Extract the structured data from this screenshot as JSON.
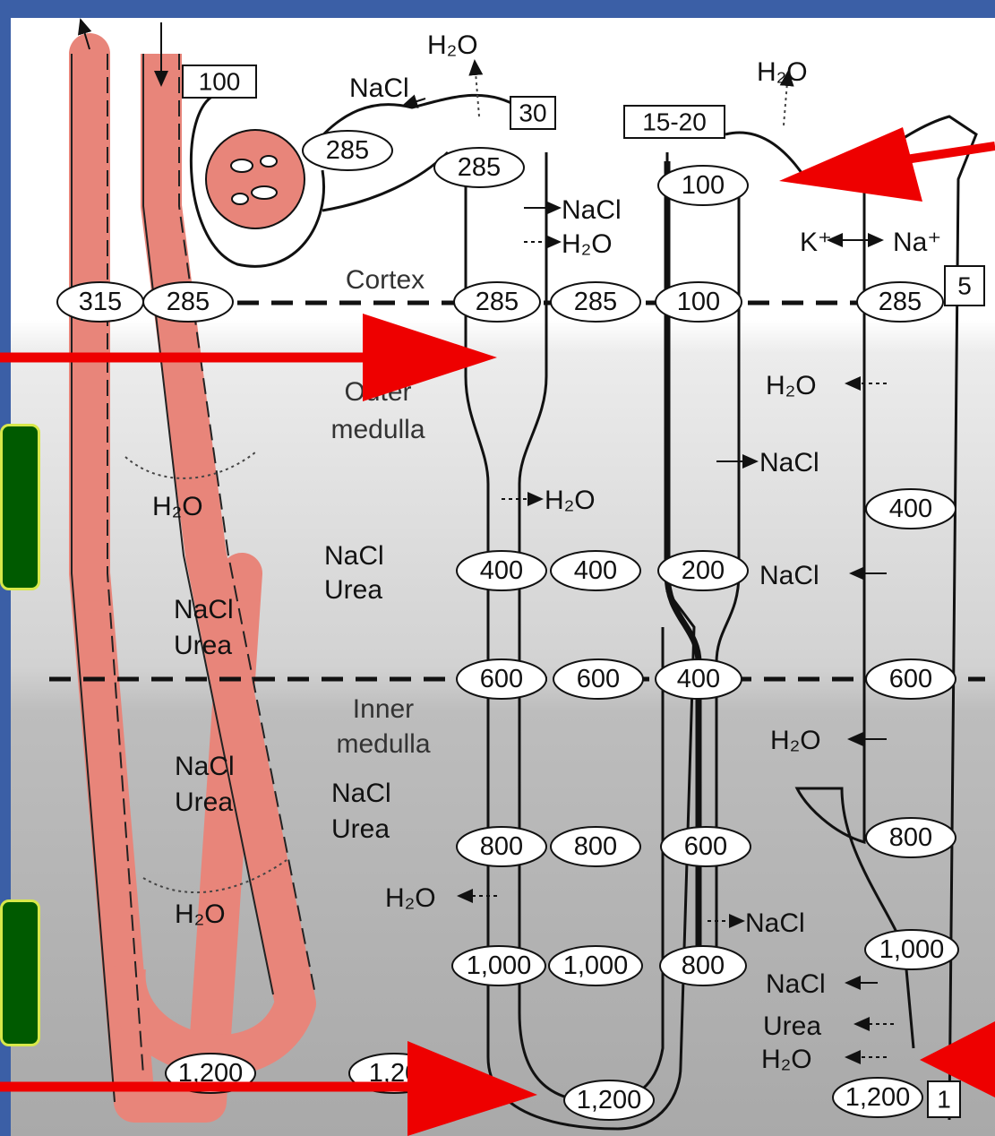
{
  "zones": {
    "cortex": "Cortex",
    "outer_medulla": "Outer\nmedulla",
    "inner_medulla": "Inner\nmedulla"
  },
  "vasa_recta": {
    "top_box": "100",
    "cortex_left": "315",
    "cortex_right": "285",
    "h2o_upper": "H₂O",
    "nacl_urea_right_upper": "NaCl\nUrea",
    "nacl_urea_left_upper": "NaCl\nUrea",
    "nacl_urea_left_lower": "NaCl\nUrea",
    "nacl_urea_right_lower": "NaCl\nUrea",
    "h2o_lower": "H₂O",
    "bottom": "1,200",
    "bottom_partial": "1,20"
  },
  "glomerulus": {
    "osm": "285",
    "nacl": "NaCl",
    "h2o": "H₂O",
    "box": "30"
  },
  "descending_limb": {
    "top": "285",
    "nacl_out": "NaCl",
    "h2o_out": "H₂O",
    "h2o_outer": "H₂O",
    "h2o_inner": "H₂O",
    "col1": [
      "285",
      "400",
      "600",
      "800",
      "1,000"
    ],
    "col2": [
      "285",
      "400",
      "600",
      "800",
      "1,000"
    ],
    "bottom": "1,200"
  },
  "ascending_limb": {
    "box": "15-20",
    "top": "100",
    "values": [
      "100",
      "200",
      "400",
      "600",
      "800"
    ],
    "nacl_outer": "NaCl",
    "nacl_inner": "NaCl"
  },
  "collecting_duct": {
    "h2o_top": "H₂O",
    "k": "K⁺",
    "na": "Na⁺",
    "box_top": "5",
    "values": [
      "285",
      "400",
      "600",
      "800",
      "1,000",
      "1,200"
    ],
    "h2o_1": "H₂O",
    "nacl_1": "NaCl",
    "h2o_2": "H₂O",
    "nacl_2": "NaCl",
    "urea": "Urea",
    "h2o_3": "H₂O",
    "box_bottom": "1"
  },
  "colors": {
    "vessel": "#e8857a",
    "background": "#3b5fa6",
    "panel": "#ffffff",
    "arrow": "#ee0000",
    "green_box": "#005a00",
    "green_border": "#d8e84a"
  }
}
